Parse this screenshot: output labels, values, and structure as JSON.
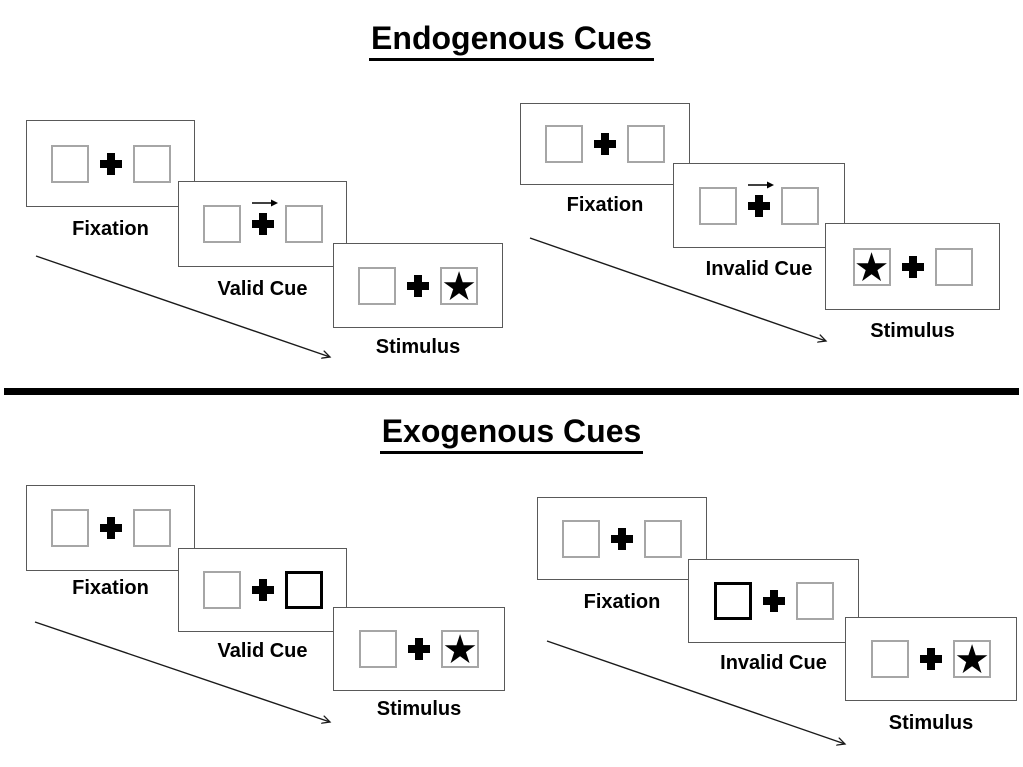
{
  "diagram": {
    "name": "spatial-cueing-paradigm"
  },
  "endogenous": {
    "title": "Endogenous Cues",
    "valid": {
      "fixation_label": "Fixation",
      "cue_label": "Valid Cue",
      "stimulus_label": "Stimulus",
      "cue": "central-arrow-right",
      "stimulus_side": "right"
    },
    "invalid": {
      "fixation_label": "Fixation",
      "cue_label": "Invalid Cue",
      "stimulus_label": "Stimulus",
      "cue": "central-arrow-right",
      "stimulus_side": "left"
    }
  },
  "exogenous": {
    "title": "Exogenous Cues",
    "valid": {
      "fixation_label": "Fixation",
      "cue_label": "Valid Cue",
      "stimulus_label": "Stimulus",
      "cue": "peripheral-box-highlight-right",
      "stimulus_side": "right"
    },
    "invalid": {
      "fixation_label": "Fixation",
      "cue_label": "Invalid Cue",
      "stimulus_label": "Stimulus",
      "cue": "peripheral-box-highlight-left",
      "stimulus_side": "right"
    }
  },
  "glyphs": {
    "star": "★"
  },
  "colors": {
    "panel_border": "#595959",
    "square_border": "#a6a6a6",
    "highlight_square_border": "#000000",
    "ink": "#000000"
  }
}
